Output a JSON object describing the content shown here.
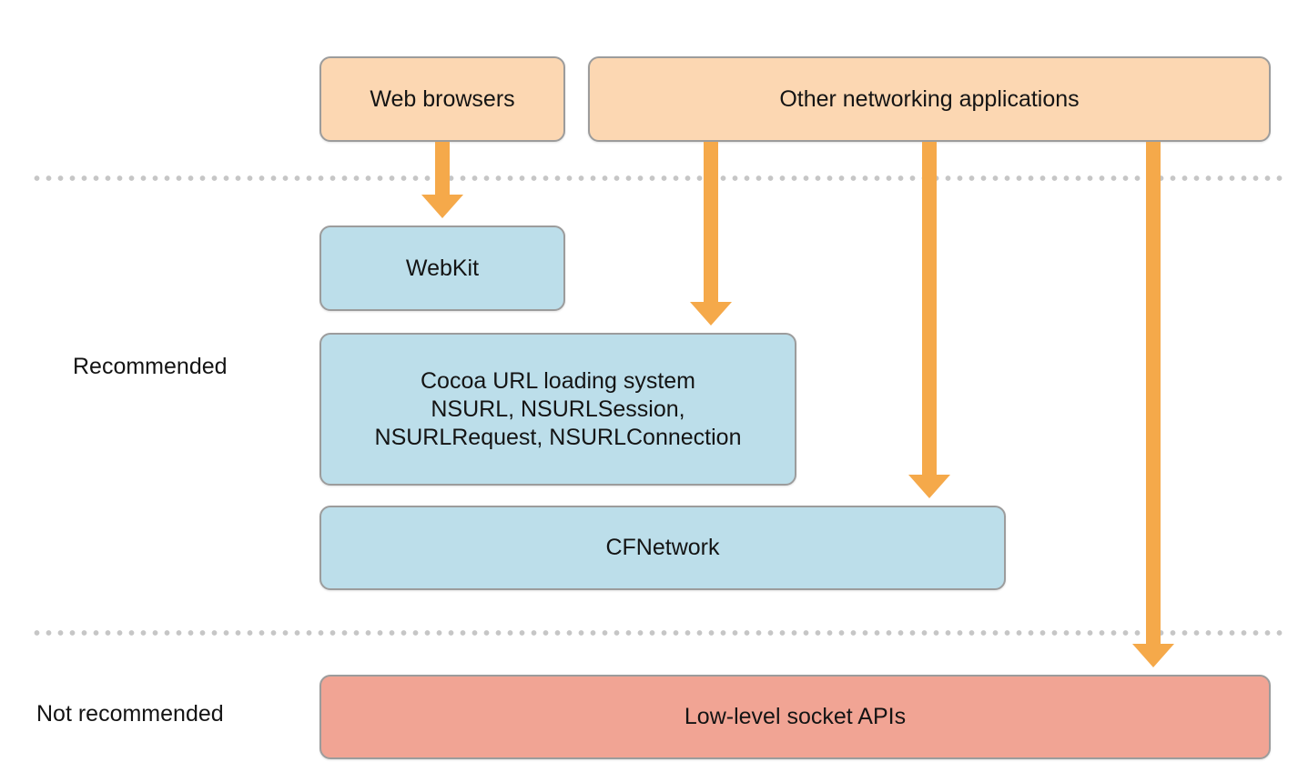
{
  "tiers": {
    "recommended": "Recommended",
    "not_recommended": "Not recommended"
  },
  "nodes": {
    "web_browsers": "Web browsers",
    "other_apps": "Other networking applications",
    "webkit": "WebKit",
    "cocoa_url": "Cocoa URL loading system\nNSURL, NSURLSession,\nNSURLRequest, NSURLConnection",
    "cfnetwork": "CFNetwork",
    "low_level": "Low-level socket APIs"
  },
  "colors": {
    "application_fill": "#fcd7b2",
    "recommended_fill": "#bcdeea",
    "not_recommended_fill": "#f1a494",
    "arrow": "#f5a94a",
    "divider": "#c6c6c6"
  },
  "edges": [
    {
      "from": "web_browsers",
      "to": "webkit"
    },
    {
      "from": "other_apps",
      "to": "cocoa_url"
    },
    {
      "from": "other_apps",
      "to": "cfnetwork"
    },
    {
      "from": "other_apps",
      "to": "low_level"
    }
  ]
}
